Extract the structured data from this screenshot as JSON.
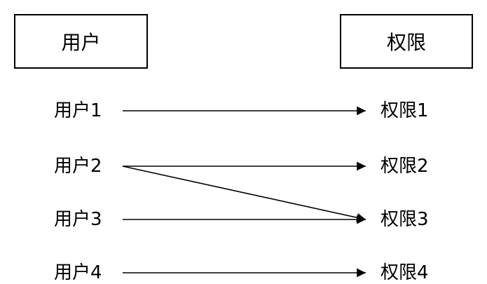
{
  "headers": {
    "left": "用户",
    "right": "权限"
  },
  "users": [
    {
      "label": "用户1"
    },
    {
      "label": "用户2"
    },
    {
      "label": "用户3"
    },
    {
      "label": "用户4"
    }
  ],
  "permissions": [
    {
      "label": "权限1"
    },
    {
      "label": "权限2"
    },
    {
      "label": "权限3"
    },
    {
      "label": "权限4"
    }
  ],
  "edges": [
    {
      "from": 0,
      "to": 0
    },
    {
      "from": 1,
      "to": 1
    },
    {
      "from": 1,
      "to": 2
    },
    {
      "from": 2,
      "to": 2
    },
    {
      "from": 3,
      "to": 3
    }
  ]
}
